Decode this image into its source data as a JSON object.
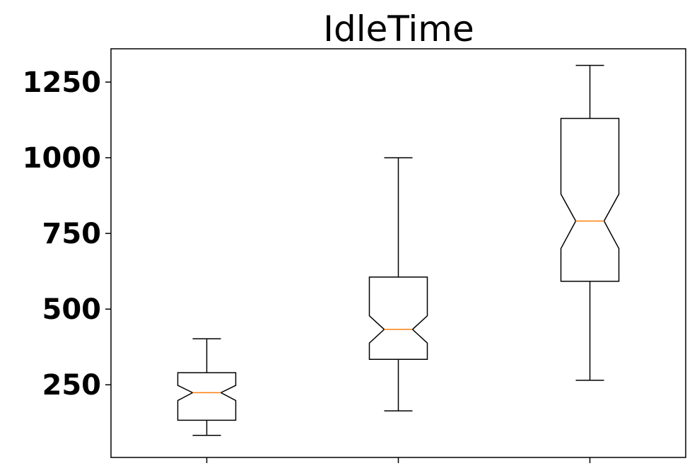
{
  "chart_data": {
    "type": "boxplot",
    "title": "IdleTime",
    "xlabel": "",
    "ylabel": "",
    "ylim": [
      10,
      1360
    ],
    "yticks": [
      250,
      500,
      750,
      1000,
      1250
    ],
    "ytick_labels": [
      "250",
      "500",
      "750",
      "1000",
      "1250"
    ],
    "notched": true,
    "grid": false,
    "colors": {
      "box": "#000000",
      "median": "#ff7f0e"
    },
    "boxes": [
      {
        "whisker_low": 83,
        "q1": 133,
        "notch_low": 198,
        "median": 224,
        "notch_high": 248,
        "q3": 290,
        "whisker_high": 402
      },
      {
        "whisker_low": 164,
        "q1": 334,
        "notch_low": 388,
        "median": 433,
        "notch_high": 478,
        "q3": 606,
        "whisker_high": 1000
      },
      {
        "whisker_low": 265,
        "q1": 592,
        "notch_low": 700,
        "median": 791,
        "notch_high": 880,
        "q3": 1130,
        "whisker_high": 1305
      }
    ]
  }
}
